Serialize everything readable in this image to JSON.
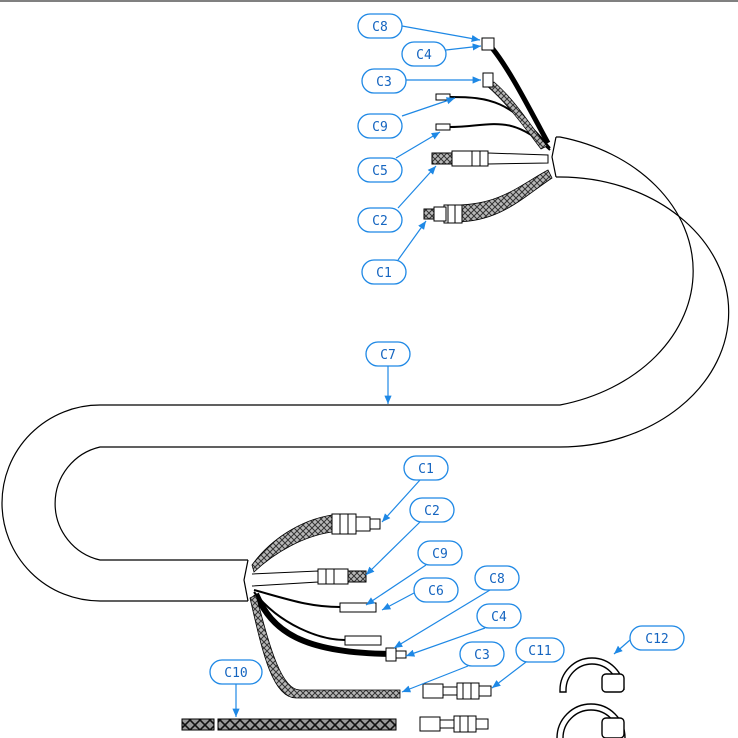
{
  "diagram": {
    "callouts_top": [
      "C8",
      "C4",
      "C3",
      "C9",
      "C5",
      "C2",
      "C1"
    ],
    "callout_middle": "C7",
    "callouts_bottom": [
      "C1",
      "C2",
      "C9",
      "C6",
      "C8",
      "C4",
      "C3",
      "C11",
      "C12",
      "C10"
    ]
  },
  "colors": {
    "callout": "#1e88e5",
    "callout_text": "#1565c0",
    "ink": "#000000"
  }
}
